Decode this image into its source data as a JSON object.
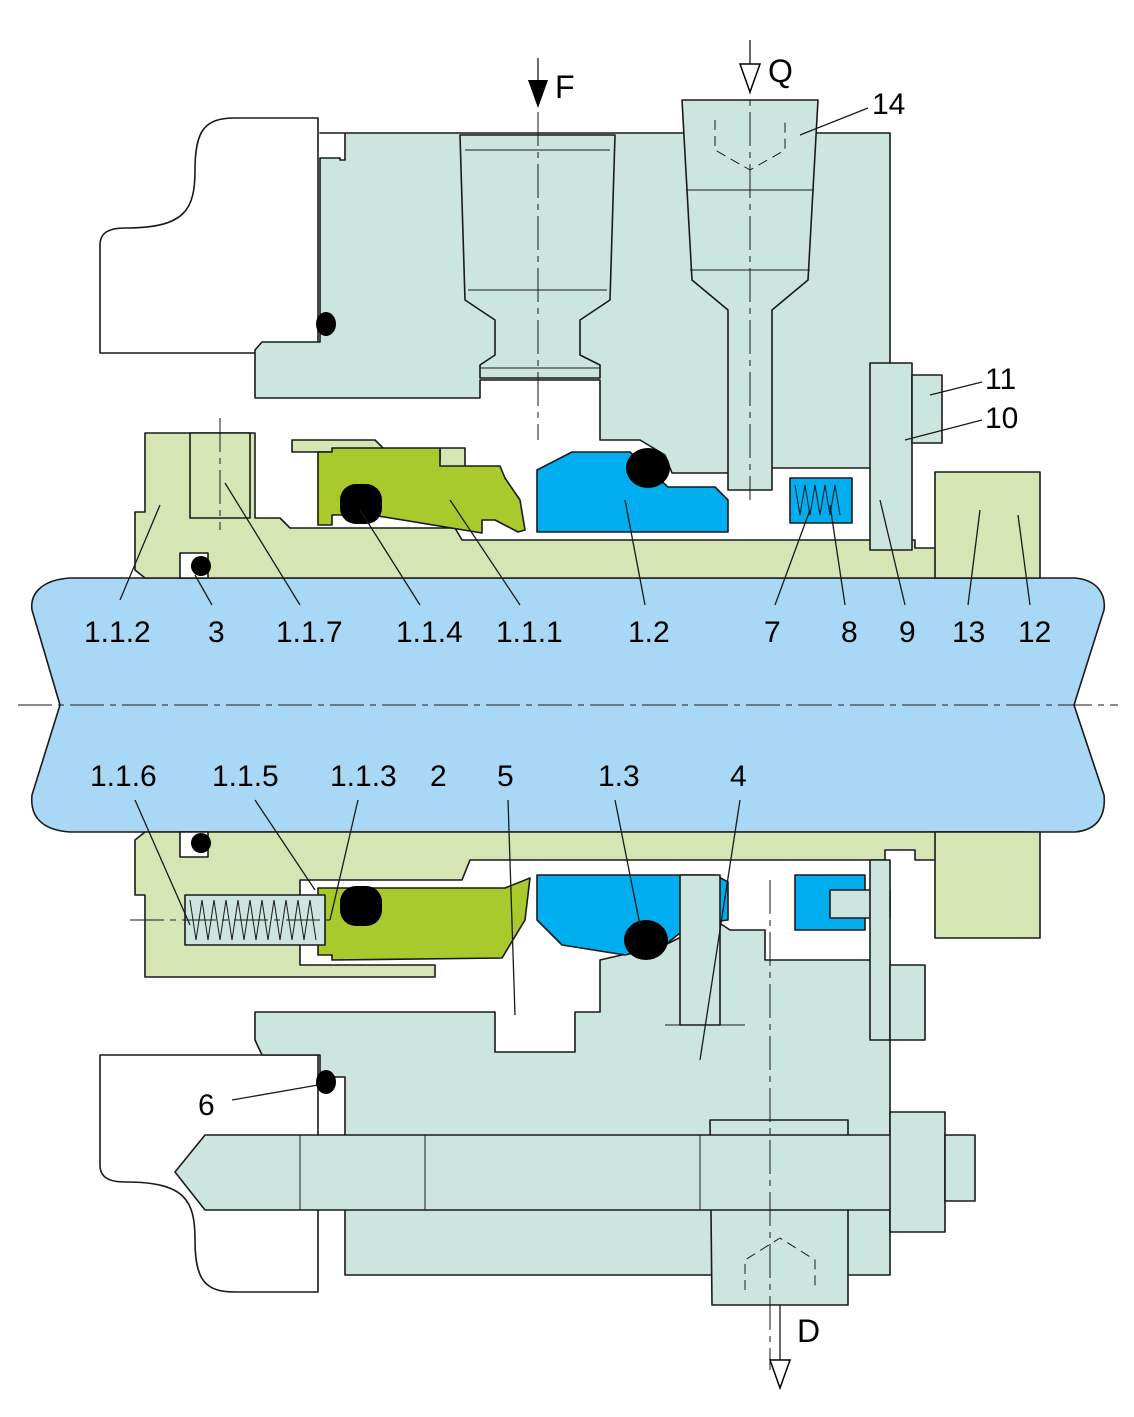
{
  "colors": {
    "housing": "#cce6df",
    "sleeve": "#d5e6b4",
    "rotor": "#a9c92c",
    "stator": "#00aeef",
    "shaft": "#a8d8f5",
    "oring": "#000000",
    "background": "#ffffff"
  },
  "ports": [
    {
      "id": "port-f",
      "label": "F"
    },
    {
      "id": "port-q",
      "label": "Q"
    },
    {
      "id": "port-d",
      "label": "D"
    }
  ],
  "labels": [
    {
      "id": "label-14",
      "text": "14"
    },
    {
      "id": "label-11",
      "text": "11"
    },
    {
      "id": "label-10",
      "text": "10"
    },
    {
      "id": "label-1-1-2",
      "text": "1.1.2"
    },
    {
      "id": "label-3",
      "text": "3"
    },
    {
      "id": "label-1-1-7",
      "text": "1.1.7"
    },
    {
      "id": "label-1-1-4",
      "text": "1.1.4"
    },
    {
      "id": "label-1-1-1",
      "text": "1.1.1"
    },
    {
      "id": "label-1-2",
      "text": "1.2"
    },
    {
      "id": "label-7",
      "text": "7"
    },
    {
      "id": "label-8",
      "text": "8"
    },
    {
      "id": "label-9",
      "text": "9"
    },
    {
      "id": "label-13",
      "text": "13"
    },
    {
      "id": "label-12",
      "text": "12"
    },
    {
      "id": "label-1-1-6",
      "text": "1.1.6"
    },
    {
      "id": "label-1-1-5",
      "text": "1.1.5"
    },
    {
      "id": "label-1-1-3",
      "text": "1.1.3"
    },
    {
      "id": "label-2",
      "text": "2"
    },
    {
      "id": "label-5",
      "text": "5"
    },
    {
      "id": "label-1-3",
      "text": "1.3"
    },
    {
      "id": "label-4",
      "text": "4"
    },
    {
      "id": "label-6",
      "text": "6"
    }
  ]
}
